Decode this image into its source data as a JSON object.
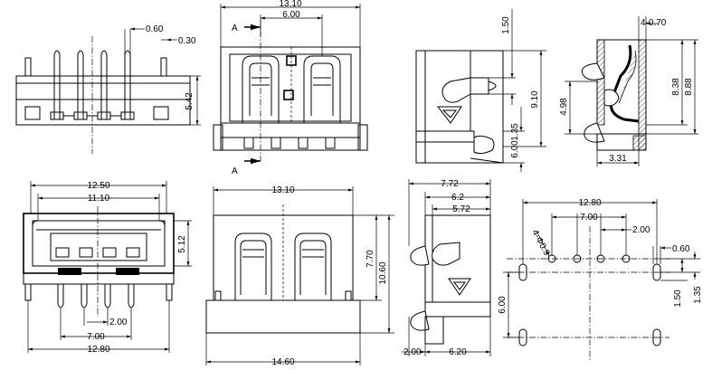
{
  "section_label": "A",
  "top_left": {
    "dims": [
      "0.60",
      "0.30",
      "5.42"
    ]
  },
  "top_front": {
    "dims": [
      "13.10",
      "6.00"
    ]
  },
  "top_side": {
    "dims": [
      "1.50",
      "9.10",
      "1.35",
      "6.00"
    ]
  },
  "top_section": {
    "dims": [
      "4-0.70",
      "8.38",
      "8.88",
      "4.98",
      "3.31"
    ]
  },
  "bot_left": {
    "dims": [
      "12.50",
      "11.10",
      "5.12",
      "2.00",
      "7.00",
      "12.80"
    ]
  },
  "bot_front": {
    "dims": [
      "13.10",
      "7.70",
      "10.60",
      "14.60"
    ]
  },
  "bot_side": {
    "dims": [
      "7.72",
      "6.2",
      "5.72",
      "2.00",
      "6.20"
    ]
  },
  "footprint": {
    "dims": [
      "12.80",
      "7.00",
      "2.00",
      "0.60",
      "4-Φ0.9",
      "6.00",
      "1.50",
      "1.35"
    ]
  }
}
